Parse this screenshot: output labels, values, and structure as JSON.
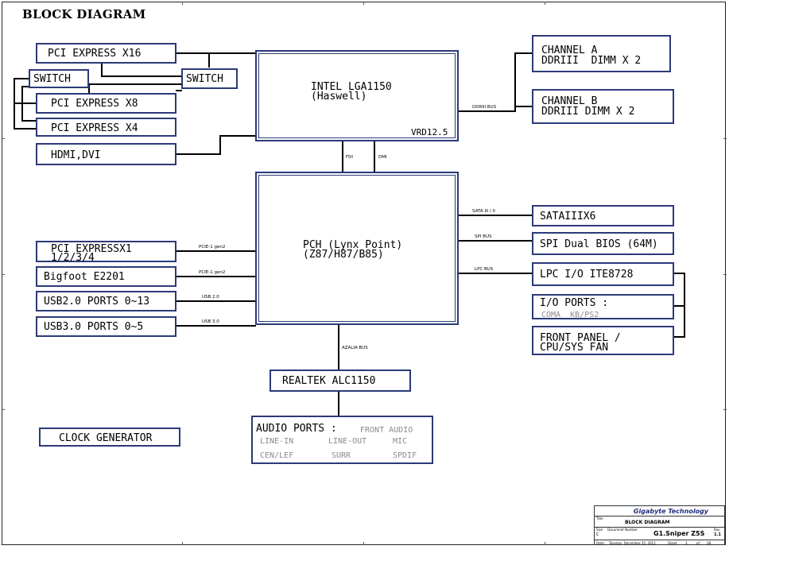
{
  "page": {
    "title": "BLOCK DIAGRAM"
  },
  "blocks": {
    "pcie_x16": "PCI EXPRESS X16",
    "switch_left": "SWITCH",
    "switch_right": "SWITCH",
    "pcie_x8": "PCI EXPRESS X8",
    "pcie_x4": "PCI EXPRESS X4",
    "hdmi_dvi": "HDMI,DVI",
    "cpu_line1": "INTEL LGA1150",
    "cpu_line2": "(Haswell)",
    "cpu_vrd": "VRD12.5",
    "chan_a_line1": "CHANNEL A",
    "chan_a_line2": "DDRIII  DIMM X 2",
    "chan_b_line1": "CHANNEL B",
    "chan_b_line2": "DDRIII DIMM X 2",
    "pch_line1": "PCH (Lynx Point)",
    "pch_line2": "(Z87/H87/B85)",
    "pcie_x1_line1": "PCI EXPRESSX1",
    "pcie_x1_line2": "1/2/3/4",
    "bigfoot": "Bigfoot E2201",
    "usb2": "USB2.0 PORTS 0~13",
    "usb3": "USB3.0 PORTS 0~5",
    "sata": "SATAIIIX6",
    "spi_bios": "SPI Dual BIOS (64M)",
    "lpc_io": "LPC I/O ITE8728",
    "io_ports": "I/O PORTS :",
    "io_ports_sub": "COMA  KB/PS2",
    "front_panel_line1": "FRONT PANEL /",
    "front_panel_line2": "CPU/SYS FAN",
    "realtek": "REALTEK ALC1150",
    "audio_ports": "AUDIO PORTS :",
    "audio_front": "FRONT AUDIO",
    "audio_line_in": "LINE-IN",
    "audio_line_out": "LINE-OUT",
    "audio_mic": "MIC",
    "audio_cen_lef": "CEN/LEF",
    "audio_surr": "SURR",
    "audio_spdif": "SPDIF",
    "clock_gen": "CLOCK GENERATOR"
  },
  "bus_labels": {
    "ddr": "DDRIII BUS",
    "fdi": "FDI",
    "dmi": "DMI",
    "sata": "SATA III / II",
    "spi": "SPI BUS",
    "lpc": "LPC BUS",
    "pcie_x1": "PCIE-1 gen2",
    "bigfoot": "PCIE-1 gen2",
    "usb2": "USB 2.0",
    "usb3": "USB 3.0",
    "azalia": "AZALIA BUS"
  },
  "title_block": {
    "company": "Gigabyte Technology",
    "title_label": "Title",
    "title": "BLOCK DIAGRAM",
    "size_label": "Size",
    "size": "C",
    "doc_label": "Document Number",
    "doc_number": "G1.Sniper Z5S",
    "rev_label": "Rev",
    "rev": "1.1",
    "date_label": "Date:",
    "date": "Tuesday, December 25, 2012",
    "sheet_label": "Sheet",
    "sheet": "3",
    "of_label": "of",
    "of": "38"
  }
}
